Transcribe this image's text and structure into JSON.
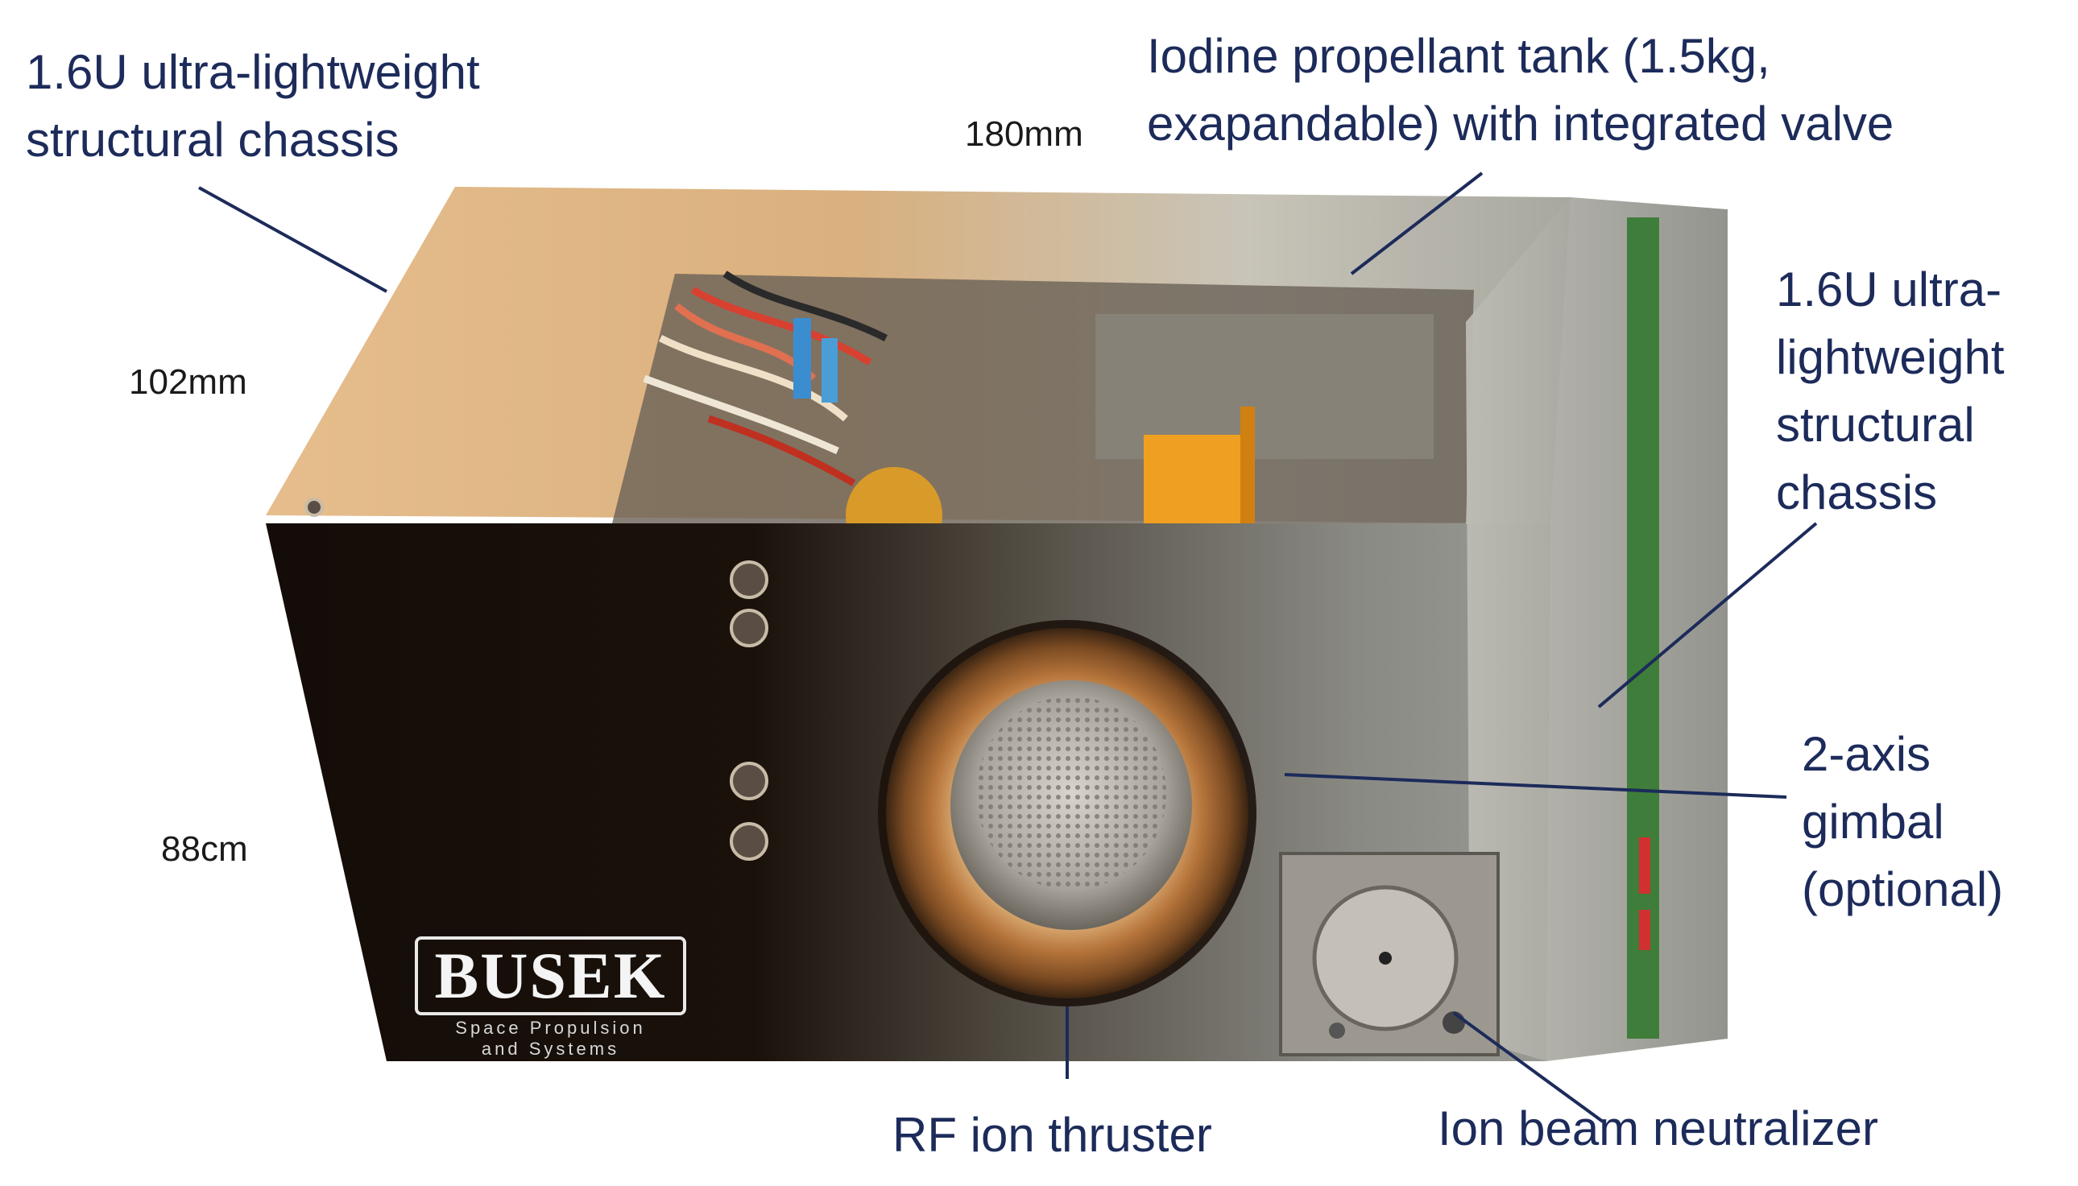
{
  "labels": {
    "chassis_top": [
      "1.6U ultra-lightweight",
      "structural chassis"
    ],
    "tank": [
      "Iodine propellant tank (1.5kg,",
      "exapandable) with integrated valve"
    ],
    "chassis_right": [
      "1.6U ultra-",
      "lightweight",
      "structural",
      "chassis"
    ],
    "gimbal": [
      "2-axis",
      "gimbal",
      "(optional)"
    ],
    "thruster": "RF ion thruster",
    "neutralizer": "Ion beam neutralizer"
  },
  "dimensions": {
    "length": "180mm",
    "height": "102mm",
    "depth": "88cm"
  },
  "logo": {
    "name": "BUSEK",
    "tagline": [
      "Space Propulsion",
      "and Systems"
    ]
  },
  "colors": {
    "label_text": "#1c2b5a",
    "chassis_gold": "#d9b07e",
    "panel_black": "#140c08",
    "copper": "#b5743a",
    "pcb_green": "#3f7d3a",
    "orange_part": "#f0a020"
  }
}
